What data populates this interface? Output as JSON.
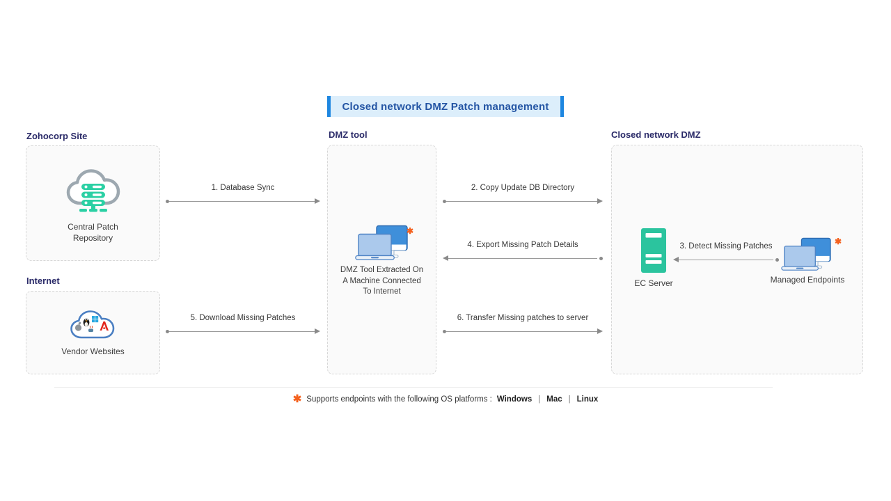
{
  "banner": {
    "title": "Closed network DMZ Patch management"
  },
  "sections": {
    "zohocorp": {
      "title": "Zohocorp Site",
      "node_label": "Central Patch Repository",
      "icon": "cloud-server-icon"
    },
    "internet": {
      "title": "Internet",
      "node_label": "Vendor Websites",
      "icon": "vendor-cloud-icon"
    },
    "dmz_tool": {
      "title": "DMZ tool",
      "node_label_lines": [
        "DMZ Tool Extracted On",
        "A Machine Connected",
        "To Internet"
      ],
      "icon": "laptop-monitor-icon",
      "asterisk": "✱"
    },
    "closed_dmz": {
      "title": "Closed network DMZ",
      "ec_server_label": "EC Server",
      "managed_endpoints_label": "Managed Endpoints",
      "ec_icon": "server-tower-icon",
      "endpoints_icon": "laptop-monitor-icon",
      "asterisk": "✱"
    }
  },
  "arrows": [
    {
      "id": 1,
      "label": "1. Database Sync",
      "direction": "right",
      "from": "zohocorp",
      "to": "dmz_tool"
    },
    {
      "id": 2,
      "label": "2. Copy Update DB Directory",
      "direction": "right",
      "from": "dmz_tool",
      "to": "closed_dmz"
    },
    {
      "id": 3,
      "label": "3. Detect Missing Patches",
      "direction": "left",
      "from": "managed_endpoints",
      "to": "ec_server"
    },
    {
      "id": 4,
      "label": "4. Export Missing Patch Details",
      "direction": "left",
      "from": "closed_dmz",
      "to": "dmz_tool"
    },
    {
      "id": 5,
      "label": "5. Download Missing Patches",
      "direction": "right",
      "from": "internet",
      "to": "dmz_tool"
    },
    {
      "id": 6,
      "label": "6. Transfer Missing patches to server",
      "direction": "right",
      "from": "dmz_tool",
      "to": "closed_dmz"
    }
  ],
  "footnote": {
    "asterisk": "✱",
    "text": "Supports endpoints with the following OS platforms :",
    "platforms": [
      "Windows",
      "Mac",
      "Linux"
    ],
    "separator": "|"
  },
  "colors": {
    "banner_bg": "#DCEEFB",
    "banner_bar": "#1D86E0",
    "banner_text": "#2455A4",
    "section_heading": "#2A2A68",
    "green": "#2BC49E",
    "monitor_blue": "#3F8FDA",
    "laptop_blue": "#ABC9EC",
    "cloud_gray": "#9DA8B0",
    "vendor_cloud_blue": "#4B7FC2",
    "asterisk_orange": "#F4611E",
    "arrow_gray": "#8A8A8A"
  }
}
